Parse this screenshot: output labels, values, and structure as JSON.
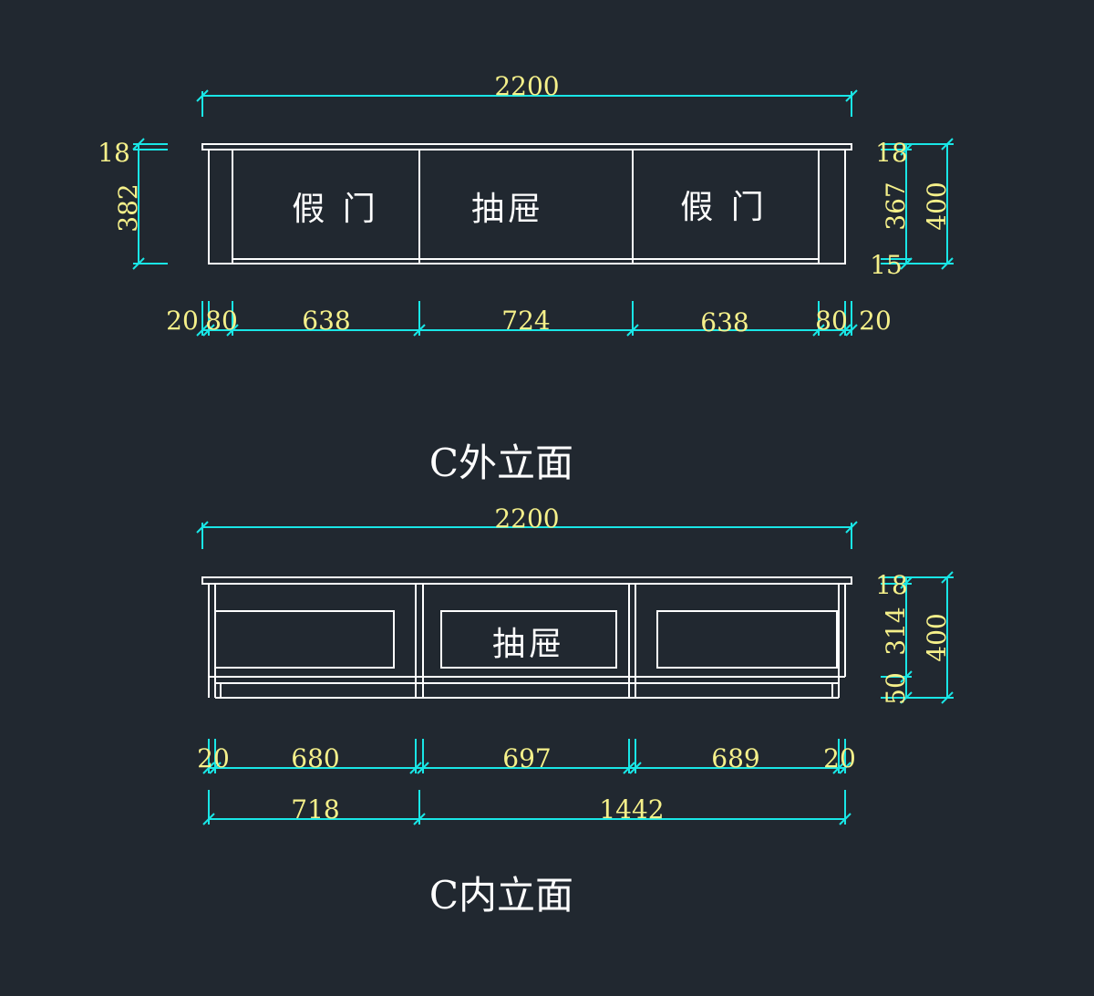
{
  "outer": {
    "title": "C外立面",
    "overall_width": "2200",
    "panel_labels": [
      "假  门",
      "抽屉",
      "假  门"
    ],
    "left_dims": [
      "18",
      "382"
    ],
    "right_dims": [
      "18",
      "367",
      "15",
      "400"
    ],
    "bottom_dims": [
      "20",
      "80",
      "638",
      "724",
      "638",
      "80",
      "20"
    ]
  },
  "inner": {
    "title": "C内立面",
    "overall_width": "2200",
    "panel_label": "抽屉",
    "right_dims": [
      "18",
      "314",
      "50",
      "400"
    ],
    "bottom_dims": [
      "20",
      "680",
      "697",
      "689",
      "20"
    ],
    "bottom_dims_2": [
      "718",
      "1442"
    ]
  },
  "colors": {
    "background": "#212830",
    "dimension_text": "#f5f08a",
    "dimension_line": "#19e6e6",
    "outline": "#ffffff"
  }
}
